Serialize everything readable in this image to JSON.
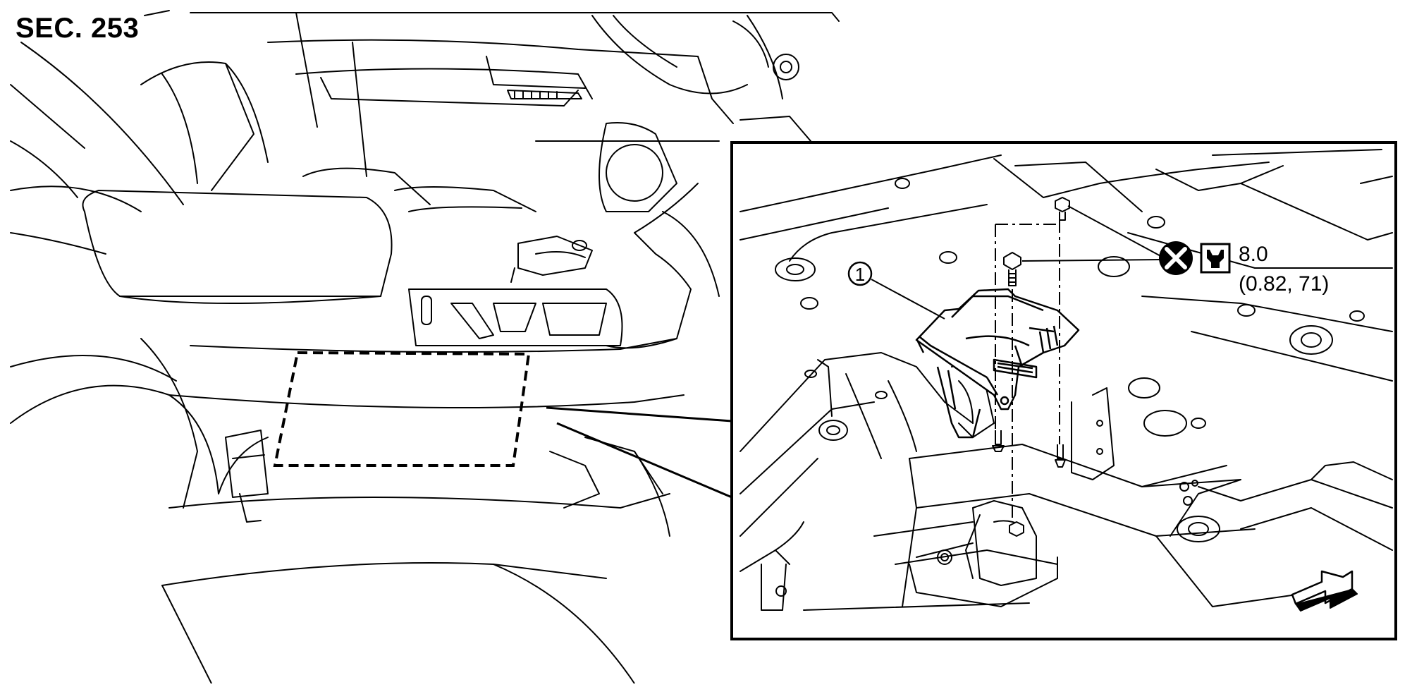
{
  "header": {
    "section": "SEC. 253"
  },
  "callouts": [
    {
      "number": "1"
    }
  ],
  "torque": {
    "value": "8.0",
    "units": "(0.82, 71)"
  },
  "icons": {
    "do_not_reuse": "do-not-reuse-icon",
    "torque_wrench": "torque-wrench-icon",
    "front_arrow": "front-direction-arrow-icon"
  }
}
